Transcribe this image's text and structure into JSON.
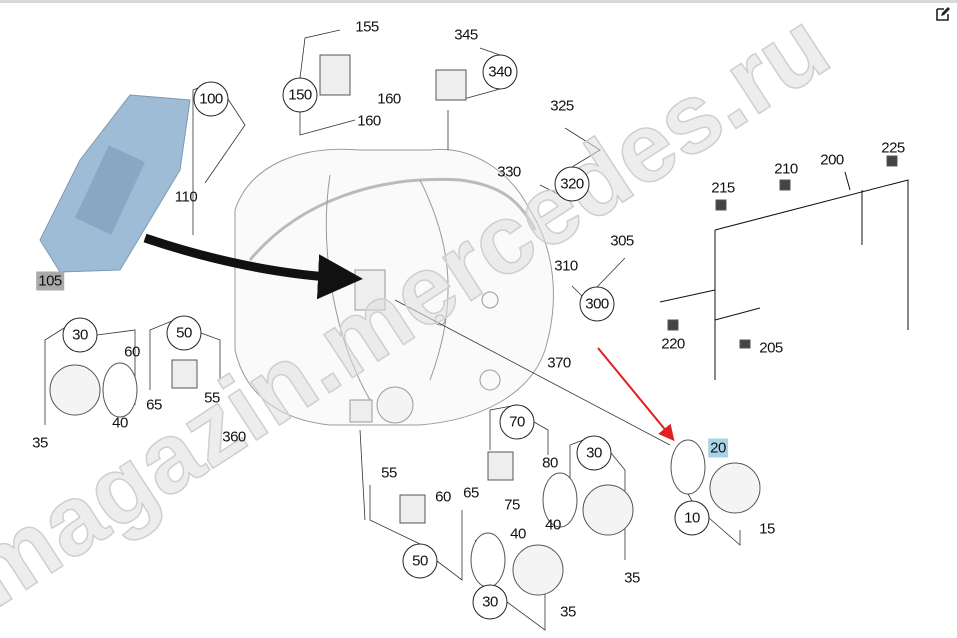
{
  "watermark": "magazin.mercedes.ru",
  "toolbar": {
    "edit_icon": "edit-icon"
  },
  "colors": {
    "highlight_selected": "#a8d3e6",
    "highlight_module": "#a9a9a9",
    "arrow_red": "#e02020",
    "module_blue": "#9fbcd6"
  },
  "callouts": [
    {
      "text": "100",
      "style": "circle"
    },
    {
      "text": "150",
      "style": "circle"
    },
    {
      "text": "340",
      "style": "circle"
    },
    {
      "text": "320",
      "style": "circle"
    },
    {
      "text": "300",
      "style": "circle"
    },
    {
      "text": "30",
      "style": "circle"
    },
    {
      "text": "50",
      "style": "circle"
    },
    {
      "text": "70",
      "style": "circle"
    },
    {
      "text": "30",
      "style": "circle"
    },
    {
      "text": "10",
      "style": "circle"
    },
    {
      "text": "50",
      "style": "circle"
    },
    {
      "text": "30",
      "style": "circle"
    },
    {
      "text": "155",
      "style": "plain"
    },
    {
      "text": "345",
      "style": "plain"
    },
    {
      "text": "160",
      "style": "plain"
    },
    {
      "text": "160",
      "style": "plain"
    },
    {
      "text": "325",
      "style": "plain"
    },
    {
      "text": "330",
      "style": "plain"
    },
    {
      "text": "110",
      "style": "plain"
    },
    {
      "text": "215",
      "style": "plain"
    },
    {
      "text": "210",
      "style": "plain"
    },
    {
      "text": "200",
      "style": "plain"
    },
    {
      "text": "225",
      "style": "plain"
    },
    {
      "text": "305",
      "style": "plain"
    },
    {
      "text": "310",
      "style": "plain"
    },
    {
      "text": "370",
      "style": "plain"
    },
    {
      "text": "220",
      "style": "plain"
    },
    {
      "text": "205",
      "style": "plain"
    },
    {
      "text": "60",
      "style": "plain"
    },
    {
      "text": "65",
      "style": "plain"
    },
    {
      "text": "55",
      "style": "plain"
    },
    {
      "text": "40",
      "style": "plain"
    },
    {
      "text": "35",
      "style": "plain"
    },
    {
      "text": "360",
      "style": "plain"
    },
    {
      "text": "80",
      "style": "plain"
    },
    {
      "text": "75",
      "style": "plain"
    },
    {
      "text": "65",
      "style": "plain"
    },
    {
      "text": "55",
      "style": "plain"
    },
    {
      "text": "60",
      "style": "plain"
    },
    {
      "text": "40",
      "style": "plain"
    },
    {
      "text": "40",
      "style": "plain"
    },
    {
      "text": "35",
      "style": "plain"
    },
    {
      "text": "35",
      "style": "plain"
    },
    {
      "text": "15",
      "style": "plain"
    },
    {
      "text": "105",
      "style": "highlight-gray"
    },
    {
      "text": "20",
      "style": "highlight-blue"
    }
  ]
}
